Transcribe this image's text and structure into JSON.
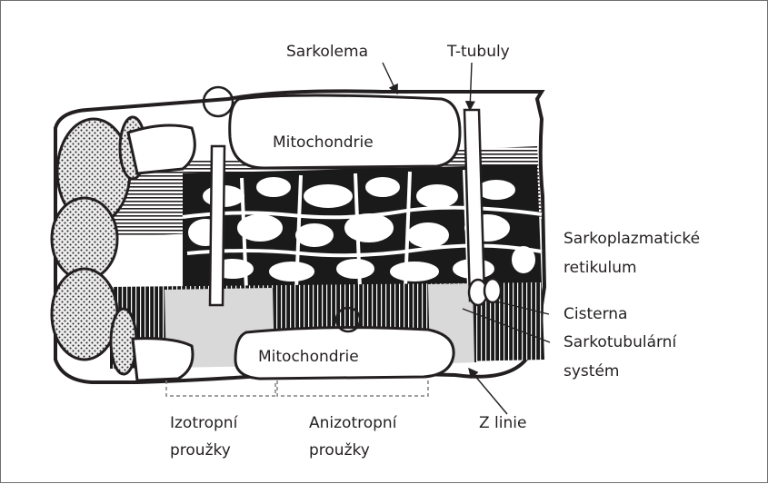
{
  "labels": {
    "sarkolema": "Sarkolema",
    "t_tubuly": "T-tubuly",
    "mito_top": "Mitochondrie",
    "sr_line1": "Sarkoplazmatické",
    "sr_line2": "retikulum",
    "cisterna": "Cisterna",
    "st_line1": "Sarkotubulární",
    "st_line2": "systém",
    "mito_bottom": "Mitochondrie",
    "izo_line1": "Izotropní",
    "izo_line2": "proužky",
    "aniz_line1": "Anizotropní",
    "aniz_line2": "proužky",
    "z_linie": "Z linie"
  },
  "colors": {
    "ink": "#231f20",
    "frame": "#6d6e70",
    "dashed": "#808080"
  }
}
